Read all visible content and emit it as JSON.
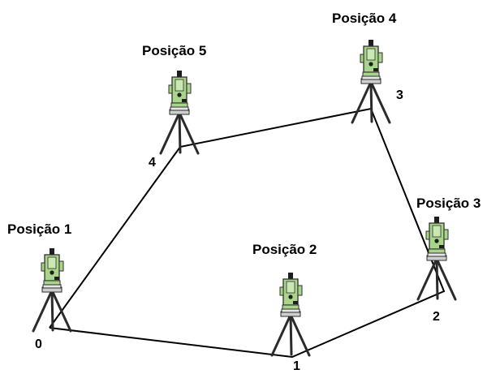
{
  "stations": [
    {
      "label": "Posição 1"
    },
    {
      "label": "Posição 2"
    },
    {
      "label": "Posição 3"
    },
    {
      "label": "Posição 4"
    },
    {
      "label": "Posição 5"
    }
  ],
  "points": [
    "0",
    "1",
    "2",
    "3",
    "4"
  ],
  "colors": {
    "instrument_body": "#a8d58a",
    "instrument_outline": "#2f2f2f",
    "instrument_dark": "#1e1e1e",
    "tripod": "#2b2b2b",
    "traverse_line": "#000000"
  },
  "icons": {
    "instrument": "total-station-icon",
    "tripod": "tripod-icon"
  }
}
